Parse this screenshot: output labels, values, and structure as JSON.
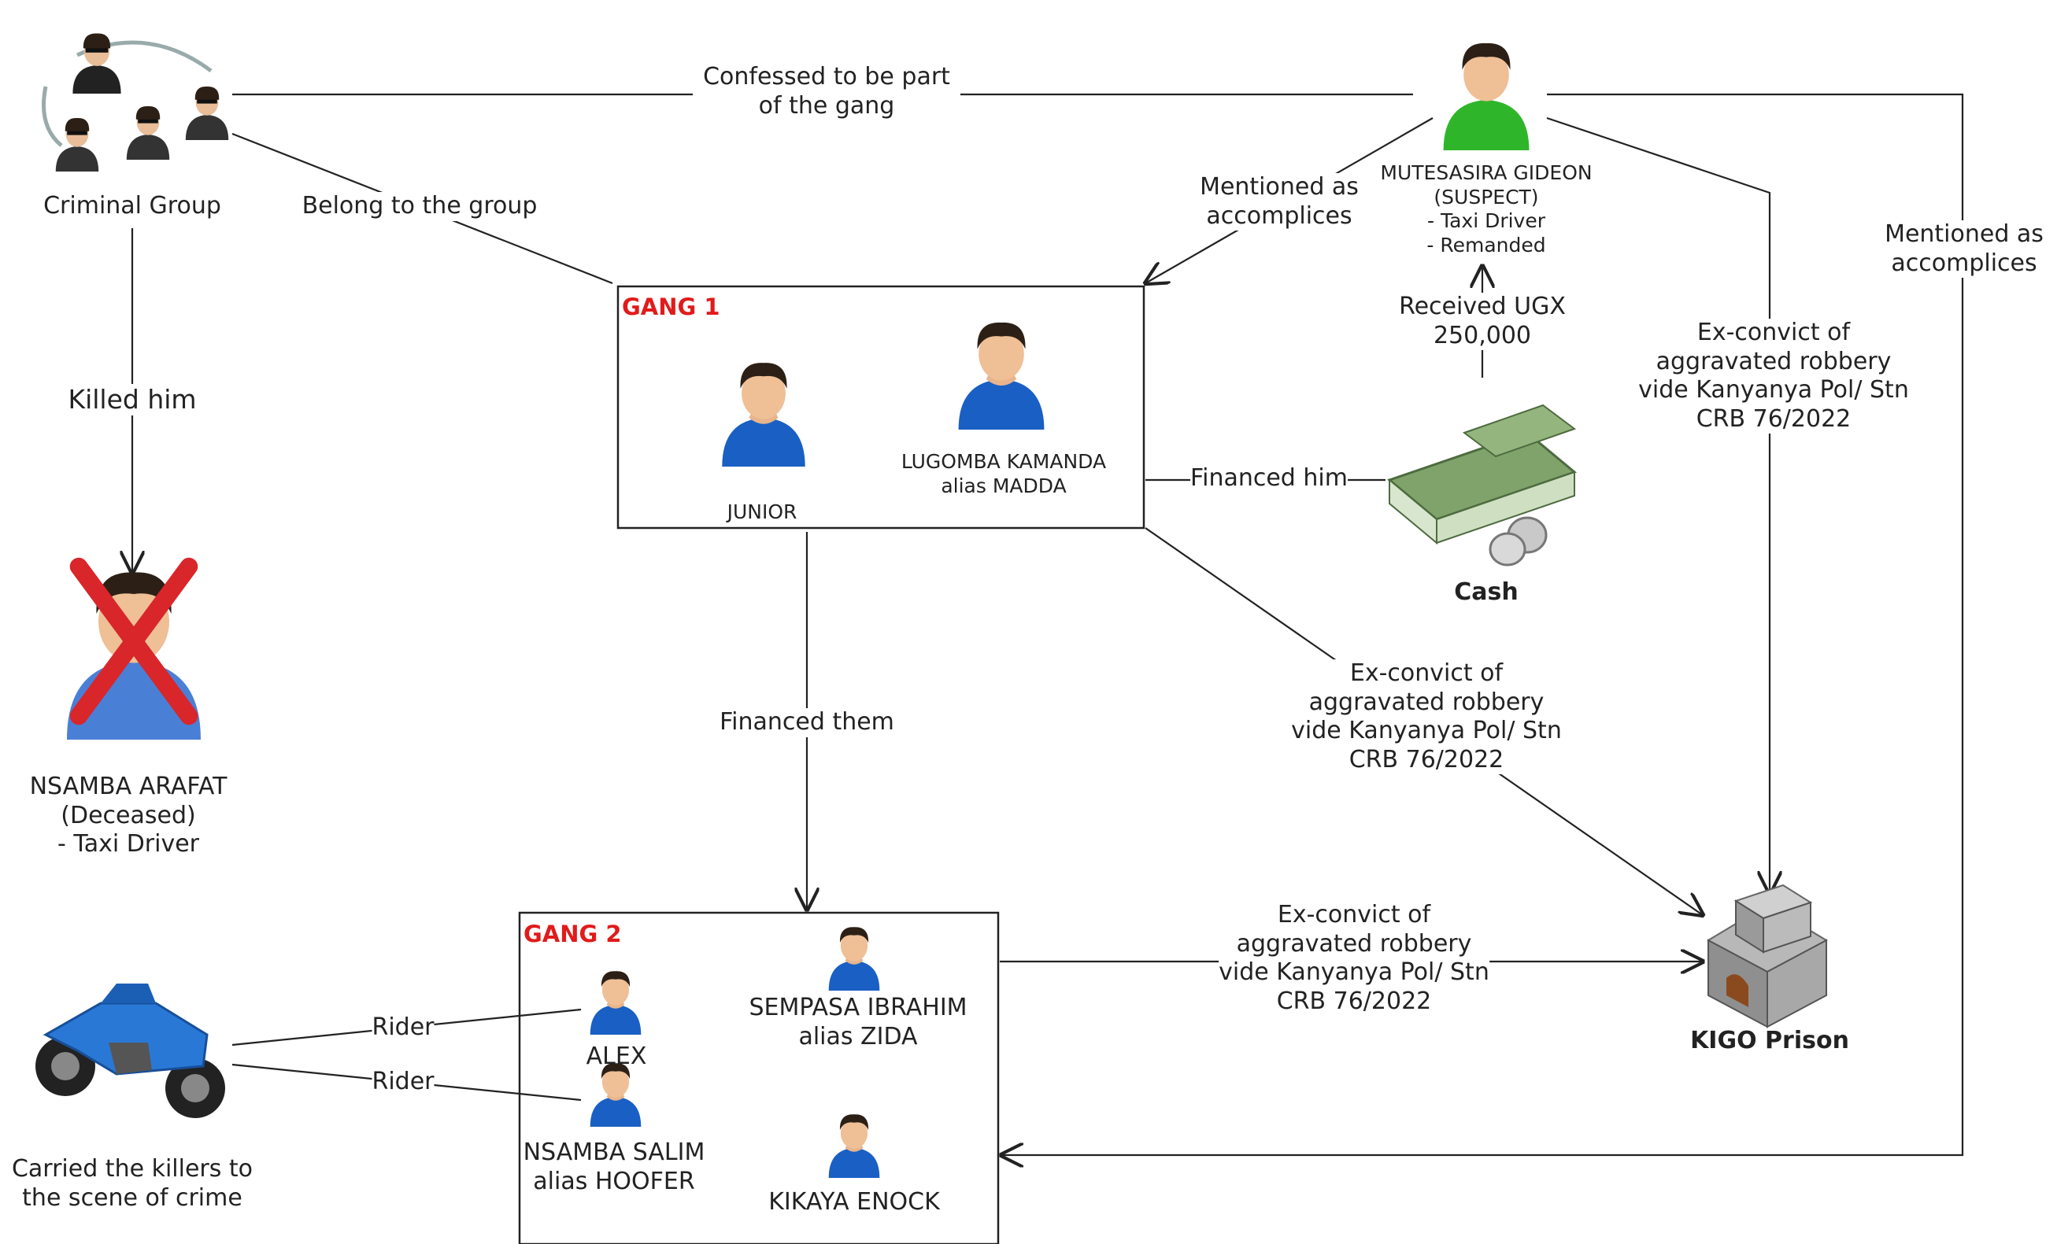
{
  "nodes": {
    "criminal_group": "Criminal Group",
    "gang1_title": "GANG 1",
    "junior": "JUNIOR",
    "lugomba": [
      "LUGOMBA KAMANDA",
      "alias MADDA"
    ],
    "mutesasira": [
      "MUTESASIRA GIDEON",
      "(SUSPECT)",
      "- Taxi Driver",
      "- Remanded"
    ],
    "cash": "Cash",
    "nsamba_arafat": [
      "NSAMBA ARAFAT",
      "(Deceased)",
      "- Taxi Driver"
    ],
    "gang2_title": "GANG 2",
    "alex": "ALEX",
    "nsamba_salim": [
      "NSAMBA SALIM",
      "alias HOOFER"
    ],
    "sempasa": [
      "SEMPASA IBRAHIM",
      "alias ZIDA"
    ],
    "kikaya": "KIKAYA ENOCK",
    "kigo": "KIGO Prison",
    "motorbike": [
      "Carried the killers to",
      "the scene of crime"
    ]
  },
  "edges": {
    "confessed": [
      "Confessed to be part",
      "of the gang"
    ],
    "belong": "Belong to the group",
    "mentioned_1": [
      "Mentioned as",
      "accomplices"
    ],
    "mentioned_2": [
      "Mentioned as",
      "accomplices"
    ],
    "received": [
      "Received UGX",
      "250,000"
    ],
    "financed_him": "Financed him",
    "killed_him": "Killed him",
    "financed_them": "Financed them",
    "exconvict_1": [
      "Ex-convict of",
      "aggravated robbery",
      "vide Kanyanya Pol/ Stn",
      "CRB 76/2022"
    ],
    "exconvict_2": [
      "Ex-convict of",
      "aggravated robbery",
      "vide Kanyanya Pol/ Stn",
      "CRB 76/2022"
    ],
    "exconvict_3": [
      "Ex-convict of",
      "aggravated robbery",
      "vide Kanyanya Pol/ Stn",
      "CRB 76/2022"
    ],
    "rider_1": "Rider",
    "rider_2": "Rider"
  },
  "colors": {
    "line": "#222222",
    "gang_title": "#e11b1b",
    "person_shirt": "#1a5fc4",
    "suspect_shirt": "#2fb52a",
    "criminal_shirt": "#333333",
    "deceased_cross": "#d8262b",
    "motorbike": "#2a78d6",
    "cash": "#7fa36a",
    "prison": "#9a9a9a"
  },
  "icons": {
    "criminal_group": "criminal-group-icon",
    "person": "person-icon",
    "suspect": "suspect-person-icon",
    "deceased": "deceased-person-icon",
    "cash": "cash-icon",
    "prison": "prison-icon",
    "motorbike": "motorbike-icon"
  }
}
